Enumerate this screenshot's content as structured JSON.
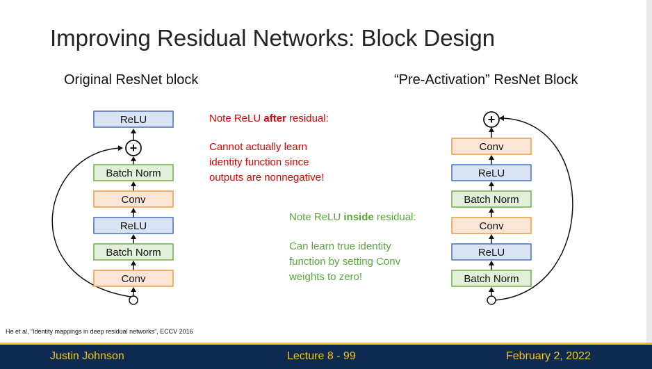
{
  "slide": {
    "title": "Improving Residual Networks: Block Design",
    "left_subtitle": "Original ResNet block",
    "right_subtitle": "“Pre-Activation” ResNet Block"
  },
  "left_block": {
    "layers": [
      "ReLU",
      "Batch Norm",
      "Conv",
      "ReLU",
      "Batch Norm",
      "Conv"
    ],
    "add_symbol": "+"
  },
  "right_block": {
    "layers": [
      "Conv",
      "ReLU",
      "Batch Norm",
      "Conv",
      "ReLU",
      "Batch Norm"
    ],
    "add_symbol": "+"
  },
  "notes": {
    "red_line1_pre": "Note ReLU ",
    "red_line1_bold": "after",
    "red_line1_post": " residual:",
    "red_body": [
      "Cannot actually learn",
      "identity function since",
      "outputs are nonnegative!"
    ],
    "green_line1_pre": "Note ReLU ",
    "green_line1_bold": "inside",
    "green_line1_post": " residual:",
    "green_body": [
      "Can learn true identity",
      "function by setting Conv",
      "weights to zero!"
    ]
  },
  "citation": "He et al, “Identity mappings in deep residual networks”, ECCV 2016",
  "footer": {
    "author": "Justin Johnson",
    "lecture": "Lecture 8 - 99",
    "date": "February 2, 2022"
  },
  "colors": {
    "relu_fill": "#dae3f3",
    "relu_stroke": "#4472c4",
    "bn_fill": "#e2f0d9",
    "bn_stroke": "#70ad47",
    "conv_fill": "#fbe5d6",
    "conv_stroke": "#ed9a3a",
    "footer_bg": "#0e2a50",
    "footer_text": "#f0c419",
    "red_note": "#e30000",
    "green_note": "#59a83b"
  }
}
